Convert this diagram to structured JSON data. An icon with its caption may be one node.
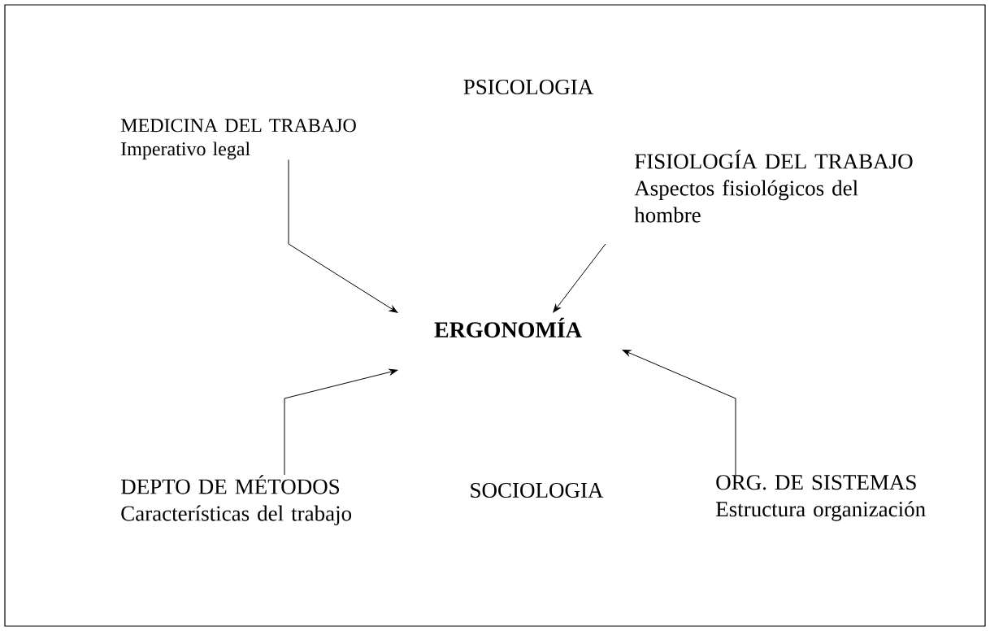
{
  "diagram": {
    "nodes": [
      {
        "text": [
          "MEDICINA DEL TRABAJO",
          "Imperativo legal"
        ]
      },
      {
        "text": [
          "FISIOLOGÍA DEL TRABAJO",
          "Aspectos fisiológicos del hombre"
        ]
      },
      {
        "text": [
          "ERGONOMÍA"
        ]
      },
      {
        "text": [
          "DEPTO DE MÉTODOS",
          "Características del trabajo"
        ]
      },
      {
        "text": [
          "ORG. DE SISTEMAS",
          "Estructura organización"
        ]
      }
    ],
    "edges": [
      {
        "from": 0,
        "to": 2,
        "arrow": "to"
      },
      {
        "from": 1,
        "to": 2,
        "arrow": "to"
      },
      {
        "from": 3,
        "to": 2,
        "arrow": "to"
      },
      {
        "from": 4,
        "to": 2,
        "arrow": "to"
      }
    ],
    "labels": [
      "PSICOLOGIA",
      "SOCIOLOGIA"
    ]
  }
}
